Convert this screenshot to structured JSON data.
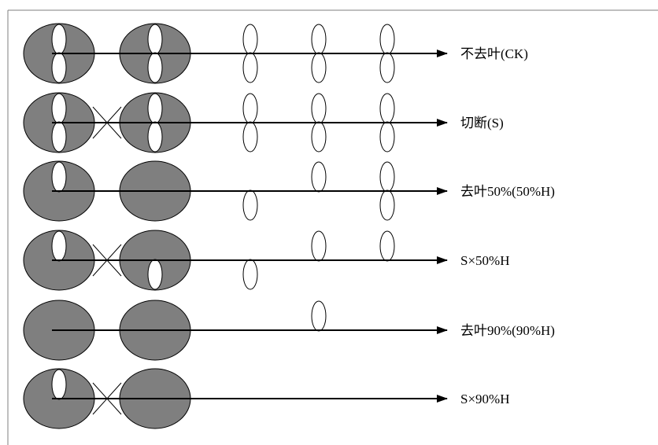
{
  "diagram": {
    "colors": {
      "disc_fill": "#7f7f7f",
      "leaf_fill": "#ffffff",
      "stroke": "#000000",
      "frame": "#7f7f7f"
    },
    "rows": [
      {
        "id": "ck",
        "label": "不去叶(CK)",
        "cut": false,
        "leaves": [
          {
            "node": 1,
            "up": true,
            "down": true
          },
          {
            "node": 2,
            "up": true,
            "down": true
          },
          {
            "node": 3,
            "up": true,
            "down": true
          },
          {
            "node": 4,
            "up": true,
            "down": true
          },
          {
            "node": 5,
            "up": true,
            "down": true
          }
        ]
      },
      {
        "id": "s",
        "label": "切断(S)",
        "cut": true,
        "leaves": [
          {
            "node": 1,
            "up": true,
            "down": true
          },
          {
            "node": 2,
            "up": true,
            "down": true
          },
          {
            "node": 3,
            "up": true,
            "down": true
          },
          {
            "node": 4,
            "up": true,
            "down": true
          },
          {
            "node": 5,
            "up": true,
            "down": true
          }
        ]
      },
      {
        "id": "h50",
        "label": "去叶50%(50%H)",
        "cut": false,
        "leaves": [
          {
            "node": 1,
            "up": true,
            "down": false
          },
          {
            "node": 3,
            "up": false,
            "down": true
          },
          {
            "node": 4,
            "up": true,
            "down": false
          },
          {
            "node": 5,
            "up": true,
            "down": true
          }
        ]
      },
      {
        "id": "s_h50",
        "label": "S×50%H",
        "cut": true,
        "leaves": [
          {
            "node": 1,
            "up": true,
            "down": false
          },
          {
            "node": 2,
            "up": false,
            "down": true
          },
          {
            "node": 3,
            "up": false,
            "down": true
          },
          {
            "node": 4,
            "up": true,
            "down": false
          },
          {
            "node": 5,
            "up": true,
            "down": false
          }
        ]
      },
      {
        "id": "h90",
        "label": "去叶90%(90%H)",
        "cut": false,
        "leaves": [
          {
            "node": 4,
            "up": true,
            "down": false
          }
        ]
      },
      {
        "id": "s_h90",
        "label": "S×90%H",
        "cut": true,
        "leaves": [
          {
            "node": 1,
            "up": true,
            "down": false
          }
        ]
      }
    ]
  }
}
